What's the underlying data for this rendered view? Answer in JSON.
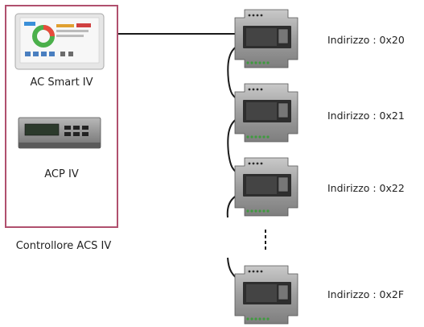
{
  "controller": {
    "group_label": "Controllore ACS IV",
    "devices": [
      {
        "label": "AC Smart IV"
      },
      {
        "label": "ACP IV"
      }
    ]
  },
  "modules": [
    {
      "address": "Indirizzo : 0x20"
    },
    {
      "address": "Indirizzo : 0x21"
    },
    {
      "address": "Indirizzo : 0x22"
    },
    {
      "address": "Indirizzo : 0x2F"
    }
  ],
  "colors": {
    "box_border": "#b0506e",
    "wire": "#1a1a1a",
    "module_body": "#9a9a9a",
    "module_led": "#3f9b3f"
  }
}
